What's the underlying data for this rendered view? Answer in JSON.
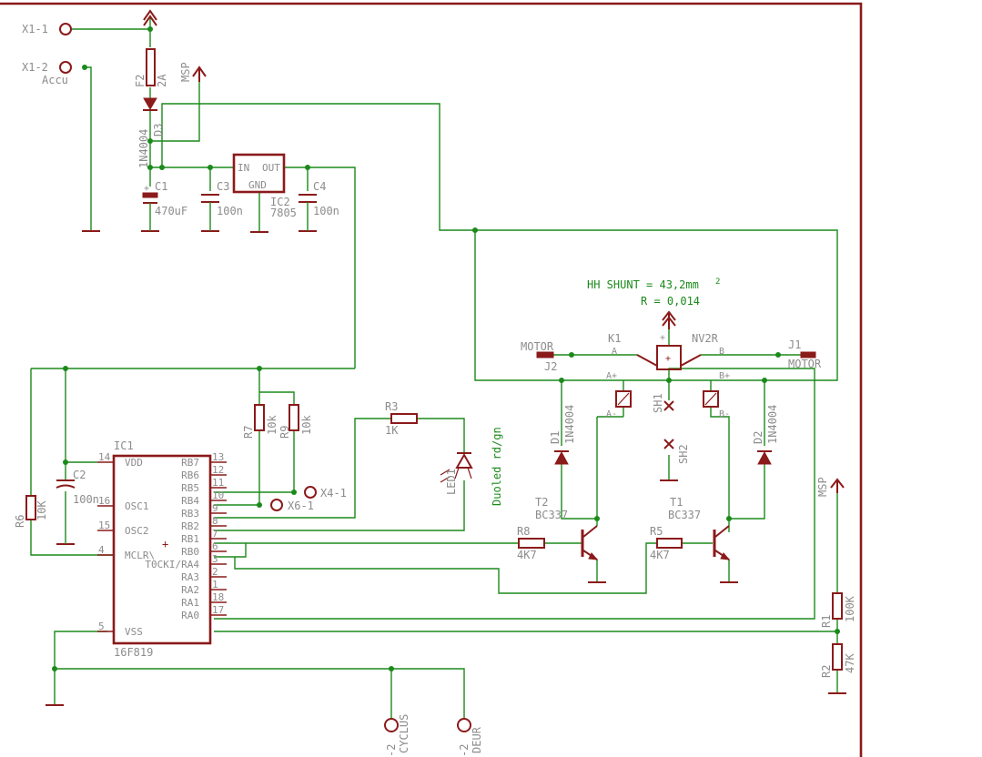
{
  "colors": {
    "wire": "#1b8a1b",
    "symbol": "#8b1a1a",
    "label": "#8c8c8c",
    "background": "#ffffff"
  },
  "connectors": {
    "x1_1": "X1-1",
    "x1_2": "X1-2",
    "x1_2_name": "Accu",
    "x4_1": "X4-1",
    "x6_1": "X6-1",
    "cyclus": "CYCLUS",
    "deur": "DEUR",
    "cyclus_ref": "-2",
    "deur_ref": "-2",
    "msp_top": "MSP",
    "msp_right": "MSP"
  },
  "components": {
    "f2": "F2",
    "f2_val": "2A",
    "d3": "D3",
    "d3_val": "1N4004",
    "c1": "C1",
    "c1_val": "470uF",
    "c3": "C3",
    "c3_val": "100n",
    "ic2": "IC2",
    "ic2_val": "7805",
    "ic2_in": "IN",
    "ic2_out": "OUT",
    "ic2_gnd": "GND",
    "c4": "C4",
    "c4_val": "100n",
    "c2": "C2",
    "c2_val": "100n",
    "r6": "R6",
    "r6_val": "10K",
    "r7": "R7",
    "r7_val": "10k",
    "r9": "R9",
    "r9_val": "10k",
    "r3": "R3",
    "r3_val": "1K",
    "led1": "LED1",
    "led1_val": "Duoled rd/gn",
    "r8": "R8",
    "r8_val": "4K7",
    "r5": "R5",
    "r5_val": "4K7",
    "t2": "T2",
    "t2_val": "BC337",
    "t1": "T1",
    "t1_val": "BC337",
    "d1": "D1",
    "d1_val": "1N4004",
    "d2": "D2",
    "d2_val": "1N4004",
    "k1": "K1",
    "k1_val": "NV2R",
    "k1_a": "A",
    "k1_b": "B",
    "k1_ap": "A+",
    "k1_am": "A-",
    "k1_bp": "B+",
    "k1_bm": "B-",
    "k1_plus": "+",
    "j1": "J1",
    "j1_val": "MOTOR",
    "j2": "J2",
    "j2_val": "MOTOR",
    "sh1": "SH1",
    "sh2": "SH2",
    "r1": "R1",
    "r1_val": "100K",
    "r2": "R2",
    "r2_val": "47K"
  },
  "shunt_note": {
    "line1": "HH SHUNT = 43,2mm",
    "sup": "2",
    "line2": "R = 0,014"
  },
  "ic1": {
    "name": "IC1",
    "part": "16F819",
    "left_pins": [
      {
        "num": "14",
        "label": "VDD"
      },
      {
        "num": "16",
        "label": "OSC1"
      },
      {
        "num": "15",
        "label": "OSC2"
      },
      {
        "num": "4",
        "label": "MCLR\\"
      },
      {
        "num": "5",
        "label": "VSS"
      }
    ],
    "right_pins": [
      {
        "num": "13",
        "label": "RB7"
      },
      {
        "num": "12",
        "label": "RB6"
      },
      {
        "num": "11",
        "label": "RB5"
      },
      {
        "num": "10",
        "label": "RB4"
      },
      {
        "num": "9",
        "label": "RB3"
      },
      {
        "num": "8",
        "label": "RB2"
      },
      {
        "num": "7",
        "label": "RB1"
      },
      {
        "num": "6",
        "label": "RB0"
      },
      {
        "num": "3",
        "label": "T0CKI/RA4"
      },
      {
        "num": "2",
        "label": "RA3"
      },
      {
        "num": "1",
        "label": "RA2"
      },
      {
        "num": "18",
        "label": "RA1"
      },
      {
        "num": "17",
        "label": "RA0"
      }
    ]
  }
}
